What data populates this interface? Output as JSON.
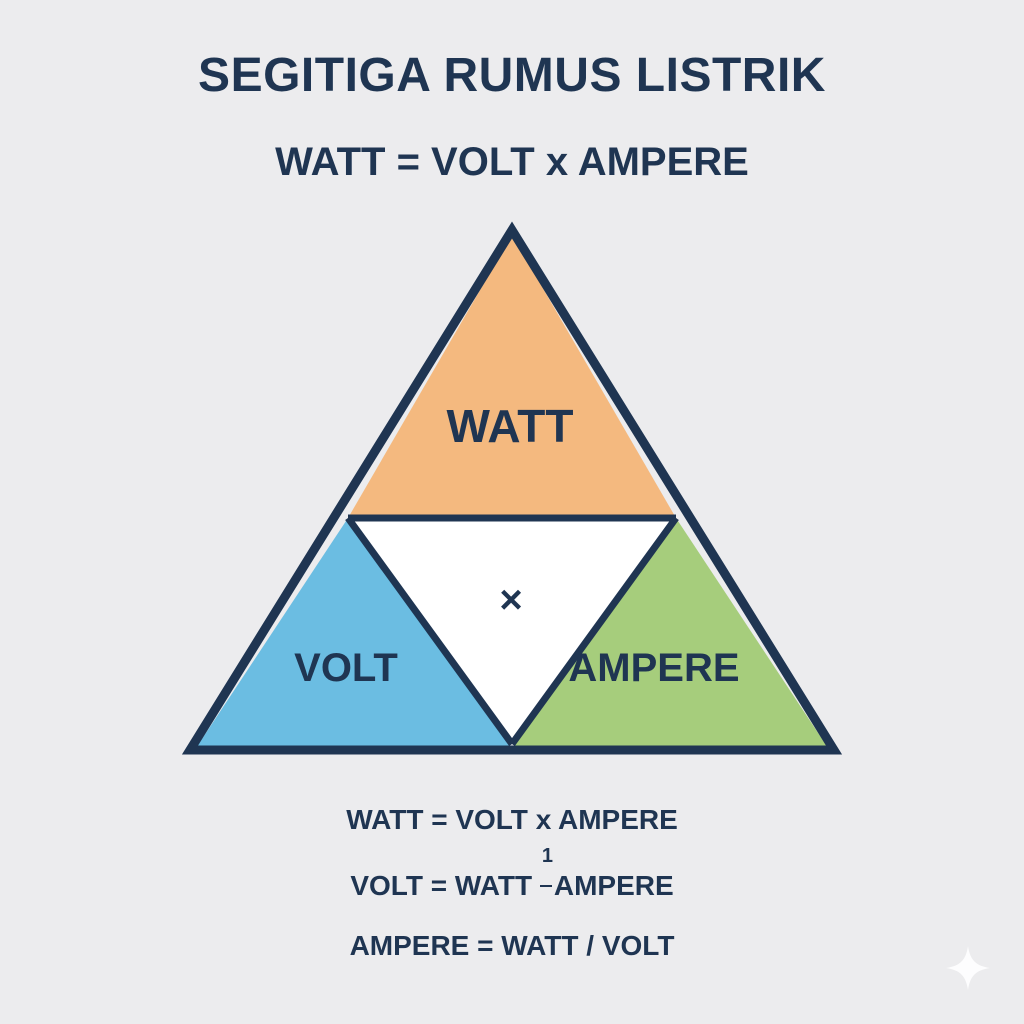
{
  "title": "SEGITIGA RUMUS LISTRIK",
  "subtitle": "WATT = VOLT x AMPERE",
  "triangle": {
    "top_label": "WATT",
    "left_label": "VOLT",
    "right_label": "AMPERE",
    "center_symbol": "×"
  },
  "formulas": {
    "line1": "WATT = VOLT x AMPERE",
    "line2_left": "VOLT = WATT",
    "line2_num": "1",
    "line2_right": "AMPERE",
    "line3": "AMPERE = WATT / VOLT"
  },
  "colors": {
    "background": "#ececee",
    "top_section": "#f4b97f",
    "left_section": "#6bbde2",
    "right_section": "#a6cd7c",
    "center_section": "#ffffff",
    "outline": "#1f3552"
  },
  "icons": {
    "corner": "sparkle-icon"
  }
}
